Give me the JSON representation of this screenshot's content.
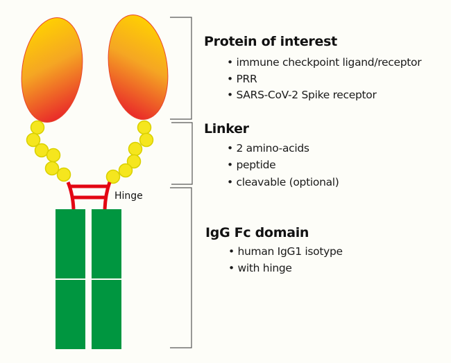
{
  "sections": [
    {
      "title": "Protein of interest",
      "bullets": [
        "immune checkpoint ligand/receptor",
        "PRR",
        "SARS-CoV-2 Spike receptor"
      ]
    },
    {
      "title": "Linker",
      "bullets": [
        "2 amino-acids",
        "peptide",
        "cleavable (optional)"
      ]
    },
    {
      "title": "IgG Fc domain",
      "bullets": [
        "human IgG1 isotype",
        "with hinge"
      ]
    }
  ],
  "hinge_label": "Hinge",
  "colors": {
    "domain_top": "#ffd200",
    "domain_bottom": "#e8222a",
    "linker": "#f5e61e",
    "hinge": "#e30613",
    "fc": "#009640",
    "bracket": "#555555"
  }
}
